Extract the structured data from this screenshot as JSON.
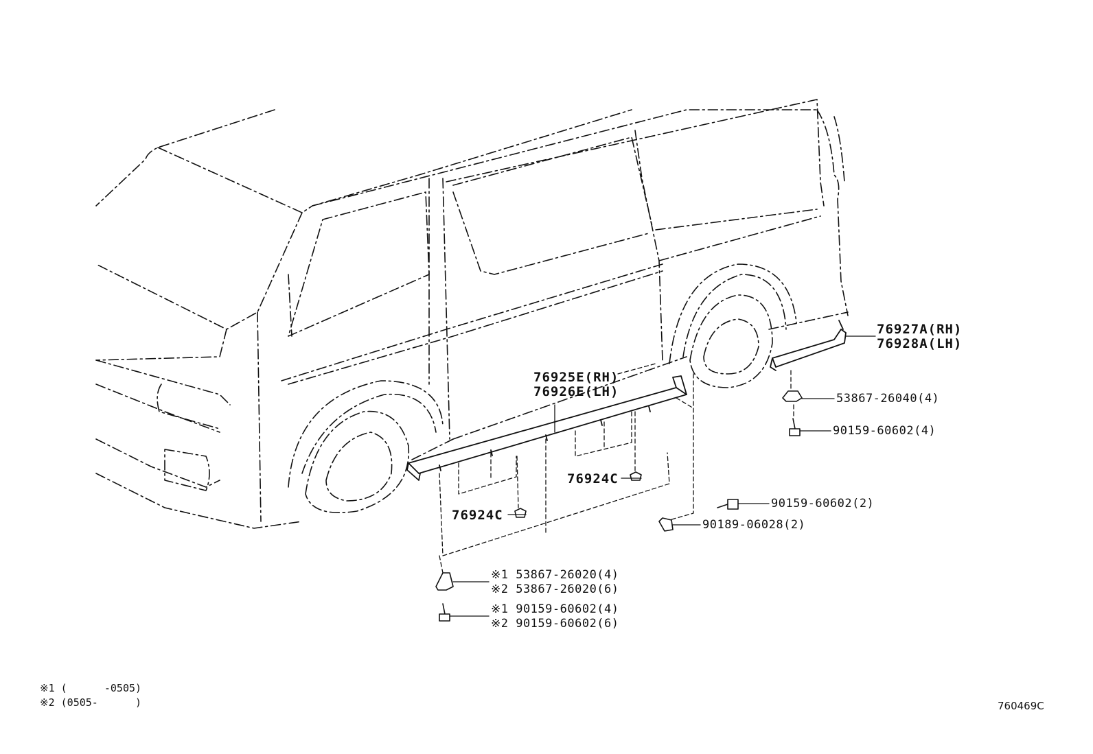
{
  "parts": {
    "rocker_rh": "76925E(RH)",
    "rocker_lh": "76926E(LH)",
    "rear_rh": "76927A(RH)",
    "rear_lh": "76928A(LH)",
    "clip_rear": "53867-26040(4)",
    "screw_rear": "90159-60602(4)",
    "clip_upper": "76924C",
    "clip_lower": "76924C",
    "screw_mid": "90159-60602(2)",
    "clip_mid": "90189-06028(2)",
    "clip_front_1": "※1 53867-26020(4)",
    "clip_front_2": "※2 53867-26020(6)",
    "screw_front_1": "※1 90159-60602(4)",
    "screw_front_2": "※2 90159-60602(6)"
  },
  "notes": {
    "note1": "※1 (      -0505)",
    "note2": "※2 (0505-      )"
  },
  "ref_code": "760469C"
}
